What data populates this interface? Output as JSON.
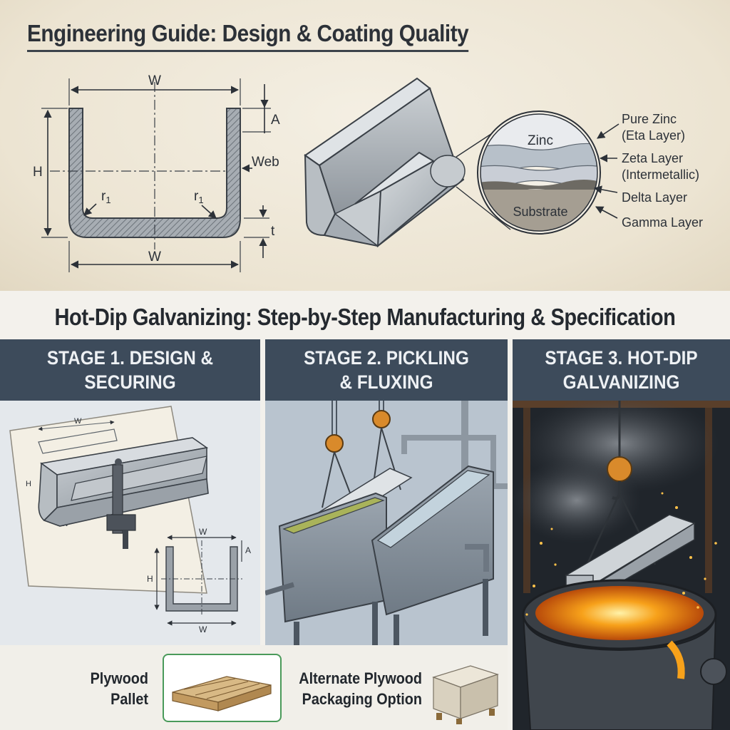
{
  "guide": {
    "title": "Engineering Guide: Design & Coating Quality",
    "dims": {
      "w_top": "W",
      "w_bottom": "W",
      "h": "H",
      "a": "A",
      "web": "Web",
      "t": "t",
      "r1_left": "r",
      "r1_right": "r",
      "r_sub": "1"
    },
    "layers": {
      "zinc_band": "Zinc",
      "substrate_band": "Substrate",
      "pure_zinc": "Pure Zinc",
      "eta": "(Eta Layer)",
      "zeta": "Zeta Layer",
      "intermetallic": "(Intermetallic)",
      "delta": "Delta Layer",
      "gamma": "Gamma Layer"
    }
  },
  "banner": {
    "title": "Hot-Dip Galvanizing: Step-by-Step Manufacturing & Specification"
  },
  "stages": [
    {
      "line1": "STAGE 1. DESIGN &",
      "line2": "SECURING"
    },
    {
      "line1": "STAGE 2. PICKLING",
      "line2": "& FLUXING"
    },
    {
      "line1": "STAGE 3. HOT-DIP",
      "line2": "GALVANIZING"
    }
  ],
  "stage1_sketch": {
    "w": "W",
    "h": "H",
    "a": "A",
    "w_bottom": "W",
    "w_side": "W"
  },
  "packaging": {
    "pallet_line1": "Plywood",
    "pallet_line2": "Pallet",
    "alt_line1": "Alternate Plywood",
    "alt_line2": "Packaging Option"
  },
  "colors": {
    "header": "#3d4b5b",
    "accent_green": "#4a9a5a",
    "molten": "#f7a11a",
    "hook": "#d98a2b"
  }
}
